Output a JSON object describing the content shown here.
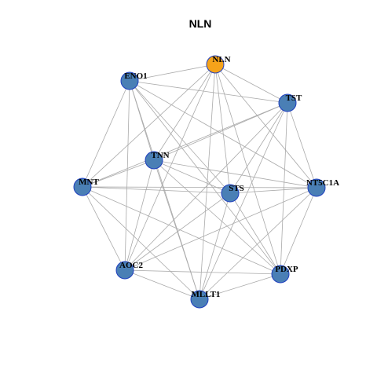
{
  "title": "NLN",
  "colors": {
    "focus_node": "#f5a31a",
    "node": "#4a7fb5",
    "node_border": "#1f3fbf",
    "edge": "#aaaaaa"
  },
  "nodes": [
    {
      "id": "NLN",
      "label": "NLN",
      "focus": true
    },
    {
      "id": "ENO1",
      "label": "ENO1"
    },
    {
      "id": "TST",
      "label": "TST"
    },
    {
      "id": "TNN",
      "label": "TNN"
    },
    {
      "id": "MNT",
      "label": "MNT"
    },
    {
      "id": "STS",
      "label": "STS"
    },
    {
      "id": "NT5C1A",
      "label": "NT5C1A"
    },
    {
      "id": "AOC2",
      "label": "AOC2"
    },
    {
      "id": "PDXP",
      "label": "PDXP"
    },
    {
      "id": "MLLT1",
      "label": "MLLT1"
    }
  ],
  "edges": [
    [
      "NLN",
      "ENO1"
    ],
    [
      "NLN",
      "TST"
    ],
    [
      "NLN",
      "TNN"
    ],
    [
      "NLN",
      "MNT"
    ],
    [
      "NLN",
      "STS"
    ],
    [
      "NLN",
      "NT5C1A"
    ],
    [
      "NLN",
      "AOC2"
    ],
    [
      "NLN",
      "PDXP"
    ],
    [
      "NLN",
      "MLLT1"
    ],
    [
      "ENO1",
      "TST"
    ],
    [
      "ENO1",
      "TNN"
    ],
    [
      "ENO1",
      "MNT"
    ],
    [
      "ENO1",
      "STS"
    ],
    [
      "ENO1",
      "NT5C1A"
    ],
    [
      "ENO1",
      "PDXP"
    ],
    [
      "ENO1",
      "MLLT1"
    ],
    [
      "ENO1",
      "AOC2"
    ],
    [
      "TST",
      "TNN"
    ],
    [
      "TST",
      "MNT"
    ],
    [
      "TST",
      "AOC2"
    ],
    [
      "TST",
      "MLLT1"
    ],
    [
      "TST",
      "PDXP"
    ],
    [
      "TST",
      "NT5C1A"
    ],
    [
      "TST",
      "STS"
    ],
    [
      "TNN",
      "STS"
    ],
    [
      "TNN",
      "MNT"
    ],
    [
      "TNN",
      "AOC2"
    ],
    [
      "TNN",
      "MLLT1"
    ],
    [
      "TNN",
      "PDXP"
    ],
    [
      "TNN",
      "NT5C1A"
    ],
    [
      "MNT",
      "STS"
    ],
    [
      "MNT",
      "NT5C1A"
    ],
    [
      "MNT",
      "AOC2"
    ],
    [
      "MNT",
      "MLLT1"
    ],
    [
      "MNT",
      "PDXP"
    ],
    [
      "STS",
      "NT5C1A"
    ],
    [
      "STS",
      "PDXP"
    ],
    [
      "STS",
      "AOC2"
    ],
    [
      "STS",
      "MLLT1"
    ],
    [
      "NT5C1A",
      "AOC2"
    ],
    [
      "NT5C1A",
      "MLLT1"
    ],
    [
      "NT5C1A",
      "PDXP"
    ],
    [
      "AOC2",
      "MLLT1"
    ],
    [
      "AOC2",
      "PDXP"
    ],
    [
      "MLLT1",
      "PDXP"
    ]
  ]
}
